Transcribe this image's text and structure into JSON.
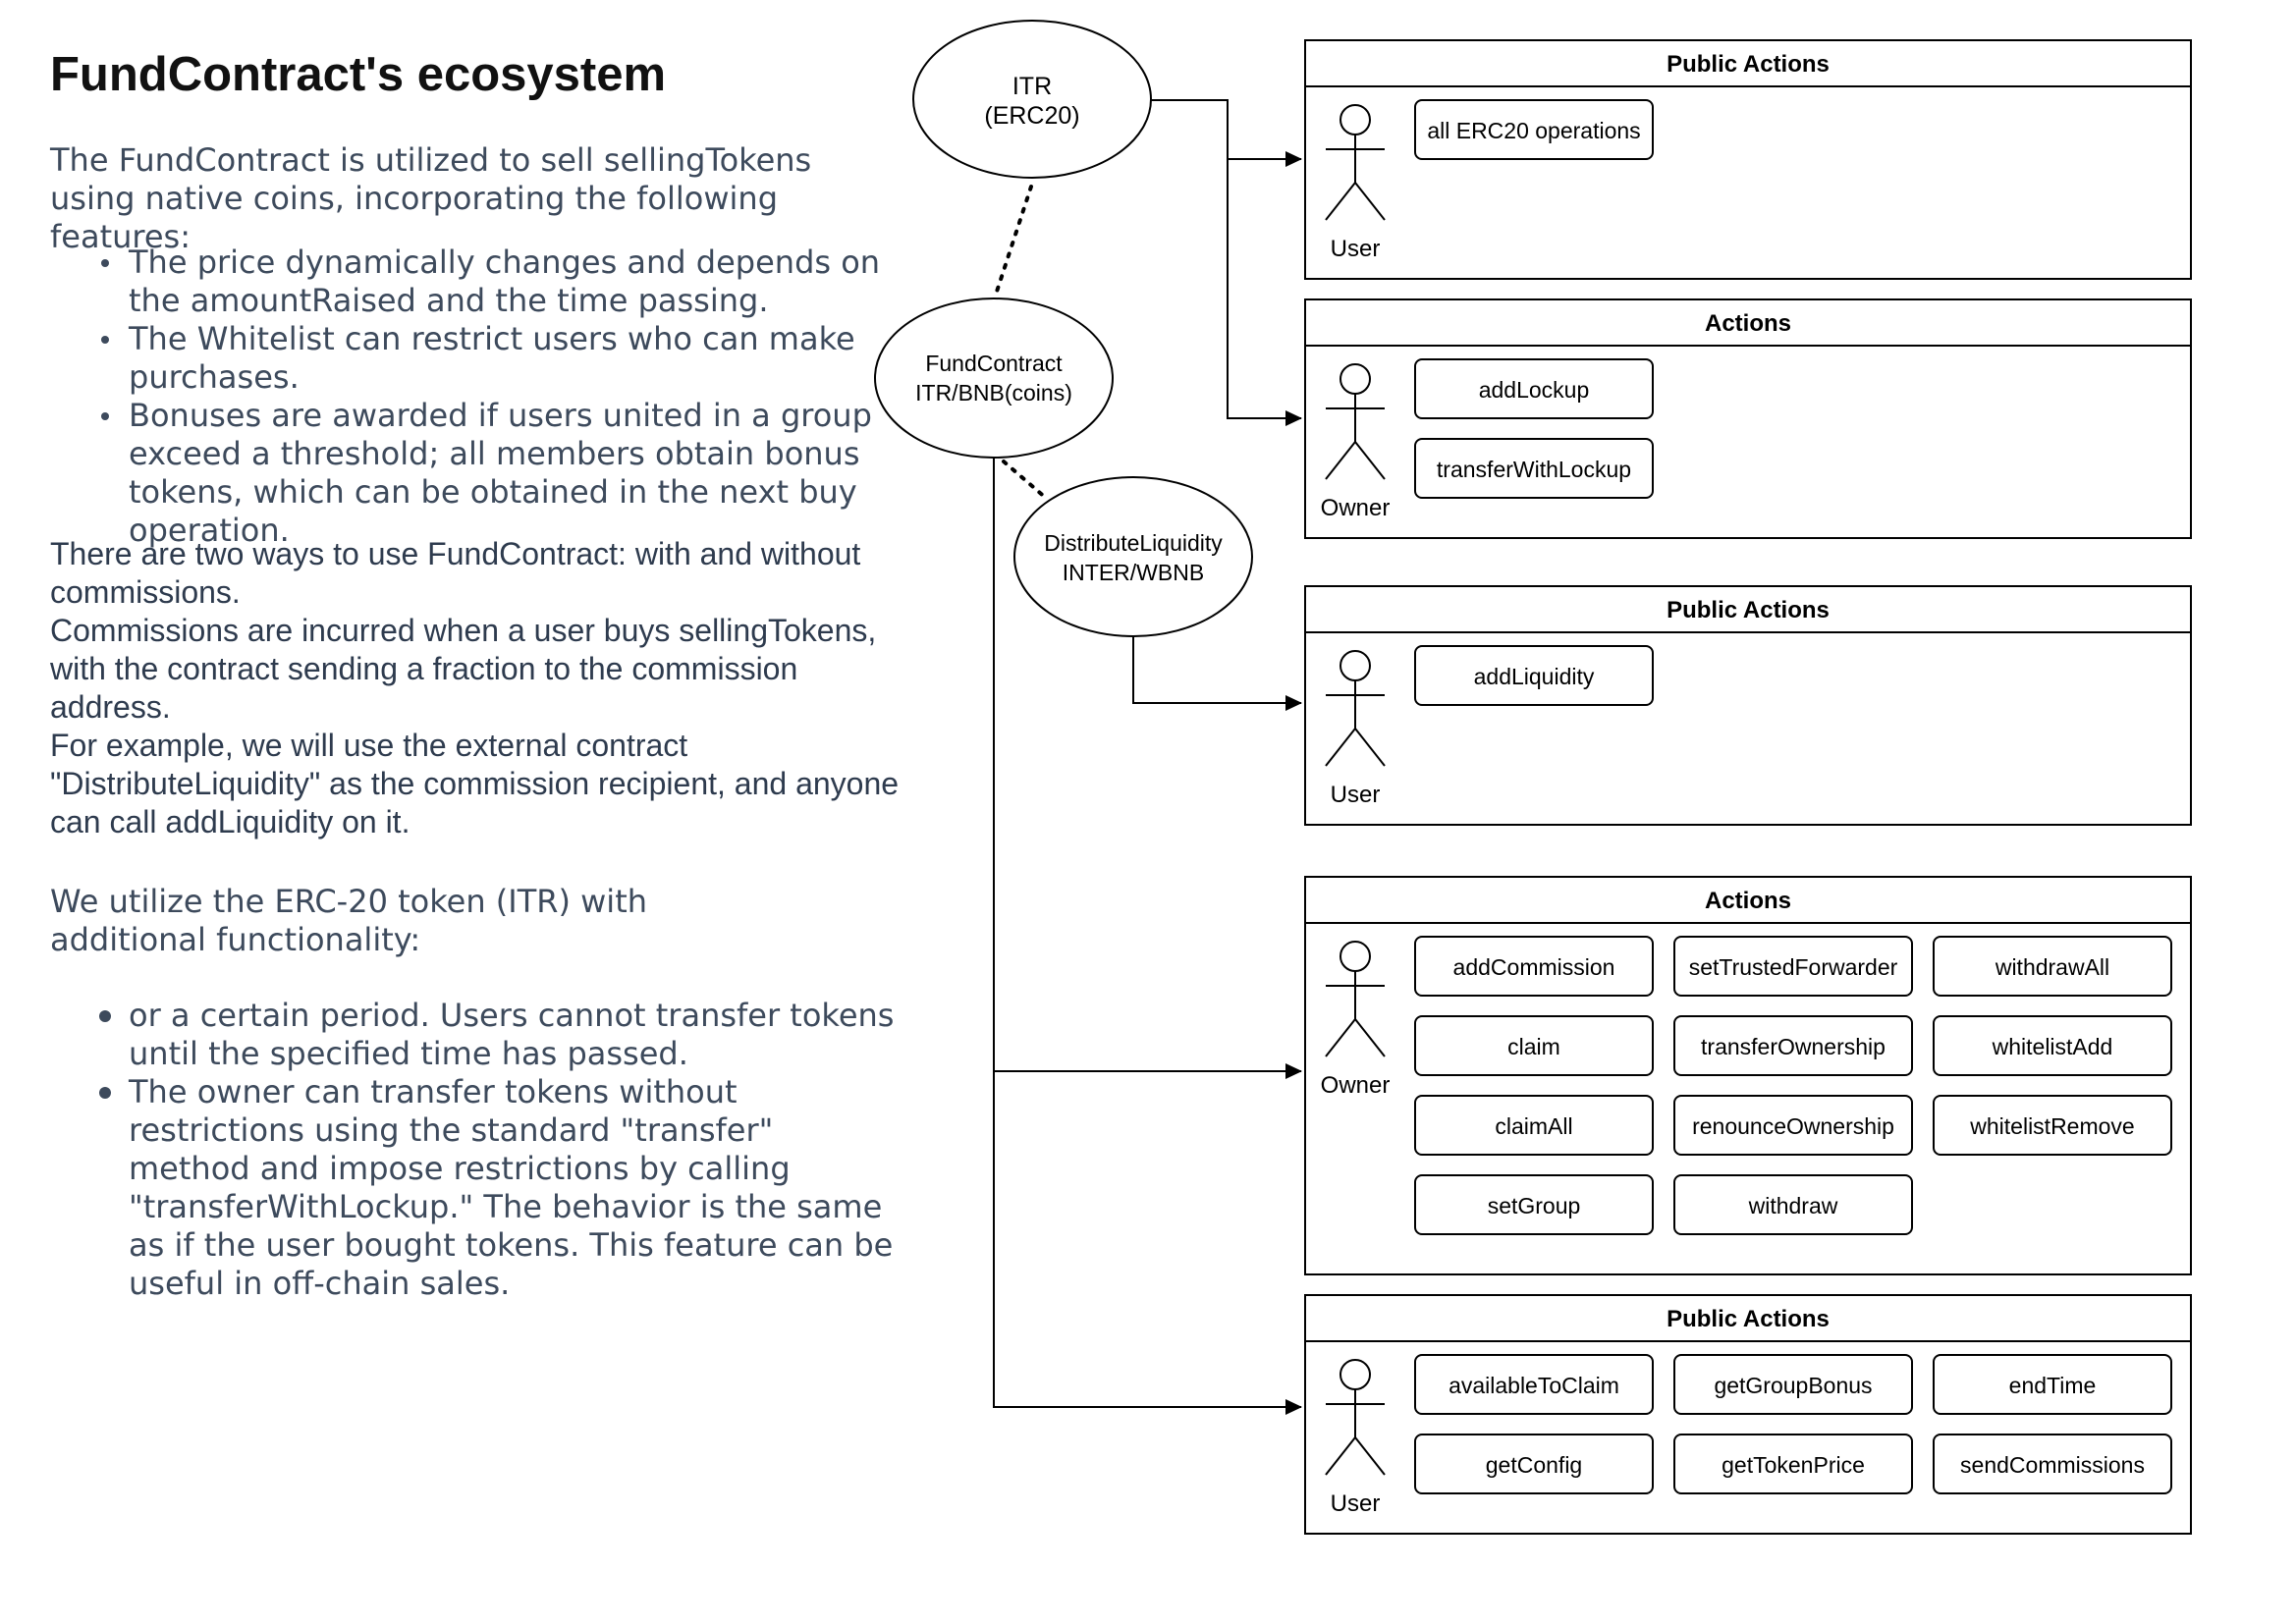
{
  "doc": {
    "title": "FundContract's ecosystem",
    "intro": "The FundContract is utilized to sell sellingTokens using native coins, incorporating the following features:",
    "features": [
      "The price dynamically changes and depends on the amountRaised and the time passing.",
      "The Whitelist can restrict users who can make purchases.",
      "Bonuses are awarded if users united in a group exceed a threshold; all members obtain bonus tokens, which can be obtained in the next buy operation."
    ],
    "ways": [
      "There are two ways to use FundContract: with and without commissions.",
      "Commissions are incurred when a user buys sellingTokens, with the contract sending a fraction to the commission address.",
      "For example, we will use the external contract \"DistributeLiquidity\" as the commission recipient, and anyone can call addLiquidity on it."
    ],
    "erc_intro": "We utilize the ERC-20 token (ITR) with additional functionality:",
    "erc_features": [
      "or a certain period. Users cannot transfer tokens until the specified time has passed.",
      "The owner can transfer tokens without restrictions using the standard \"transfer\" method and impose restrictions by calling \"transferWithLockup.\" The behavior is the same as if the user bought tokens. This feature can be useful in off-chain sales."
    ]
  },
  "diagram": {
    "nodes": {
      "itr": [
        "ITR",
        "(ERC20)"
      ],
      "fund": [
        "FundContract",
        "ITR/BNB(coins)"
      ],
      "distribute": [
        "DistributeLiquidity",
        "INTER/WBNB"
      ]
    },
    "panels": [
      {
        "title": "Public Actions",
        "actor": "User",
        "actions": [
          "all ERC20 operations"
        ]
      },
      {
        "title": "Actions",
        "actor": "Owner",
        "actions": [
          "addLockup",
          "transferWithLockup"
        ]
      },
      {
        "title": "Public Actions",
        "actor": "User",
        "actions": [
          "addLiquidity"
        ]
      },
      {
        "title": "Actions",
        "actor": "Owner",
        "actions": [
          "addCommission",
          "setTrustedForwarder",
          "withdrawAll",
          "claim",
          "transferOwnership",
          "whitelistAdd",
          "claimAll",
          "renounceOwnership",
          "whitelistRemove",
          "setGroup",
          "withdraw"
        ]
      },
      {
        "title": "Public Actions",
        "actor": "User",
        "actions": [
          "availableToClaim",
          "getGroupBonus",
          "endTime",
          "getConfig",
          "getTokenPrice",
          "sendCommissions"
        ]
      }
    ]
  }
}
